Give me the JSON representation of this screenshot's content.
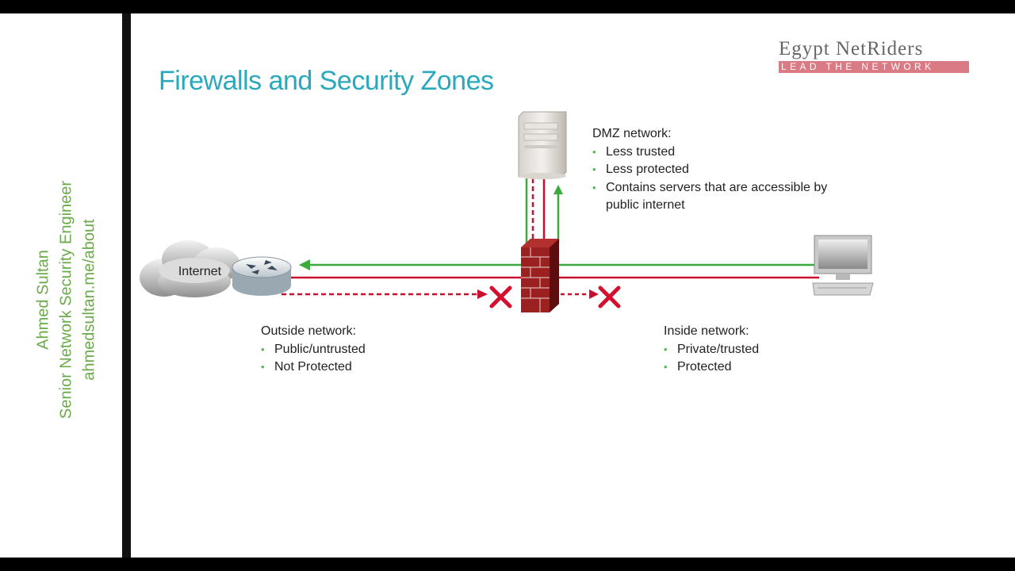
{
  "author": {
    "name": "Ahmed Sultan",
    "role": "Senior Network Security Engineer",
    "website": "ahmedsultan.me/about"
  },
  "slide": {
    "title": "Firewalls and Security Zones"
  },
  "logo": {
    "name": "Egypt NetRiders",
    "tagline": "LEAD THE NETWORK"
  },
  "diagram": {
    "internet_label": "Internet",
    "dmz": {
      "heading": "DMZ network:",
      "bullets": [
        "Less trusted",
        "Less protected",
        "Contains servers that are accessible by public internet"
      ]
    },
    "outside": {
      "heading": "Outside network:",
      "bullets": [
        "Public/untrusted",
        "Not Protected"
      ]
    },
    "inside": {
      "heading": "Inside network:",
      "bullets": [
        "Private/trusted",
        "Protected"
      ]
    }
  },
  "colors": {
    "title": "#2aa8bd",
    "author": "#6aaa4a",
    "allowed_flow": "#3daa3d",
    "denied_flow": "#c8102e",
    "firewall": "#8b1a1a"
  }
}
